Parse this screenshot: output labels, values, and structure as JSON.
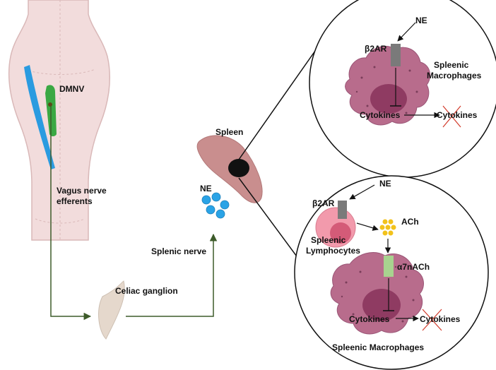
{
  "colors": {
    "brainstem_fill": "#f2dcdc",
    "brainstem_outline": "#d9b8b8",
    "vagus_blue": "#2a9be0",
    "dmnv_green": "#3aa843",
    "nerve_path": "#3d5b2a",
    "spleen_fill": "#c98e8e",
    "macrophage_fill": "#b86c8c",
    "macrophage_nucleus": "#8f3b62",
    "receptor_gray": "#7a7a7a",
    "ach_yellow": "#f2c21b",
    "a7nach_green": "#a8d38f",
    "ne_blue": "#2aa3e6",
    "cross_red": "#d23a2a"
  },
  "labels": {
    "dmnv": "DMNV",
    "vagus_efferents": [
      "Vagus nerve",
      "efferents"
    ],
    "celiac_ganglion": "Celiac ganglion",
    "splenic_nerve": "Splenic nerve",
    "spleen": "Spleen",
    "ne_spleen": "NE",
    "top_inset": {
      "ne": "NE",
      "b2ar": "β2AR",
      "macrophages": [
        "Spleenic",
        "Macrophages"
      ],
      "cytokines_left": "Cytokines",
      "cytokines_right": "Cytokines"
    },
    "bottom_inset": {
      "ne": "NE",
      "b2ar": "β2AR",
      "ach": "ACh",
      "lymphocytes": [
        "Spleenic",
        "Lymphocytes"
      ],
      "a7nach": "α7nACh",
      "cytokines_left": "Cytokines",
      "cytokines_right": "Cytokines",
      "macrophages": "Spleenic Macrophages"
    }
  }
}
